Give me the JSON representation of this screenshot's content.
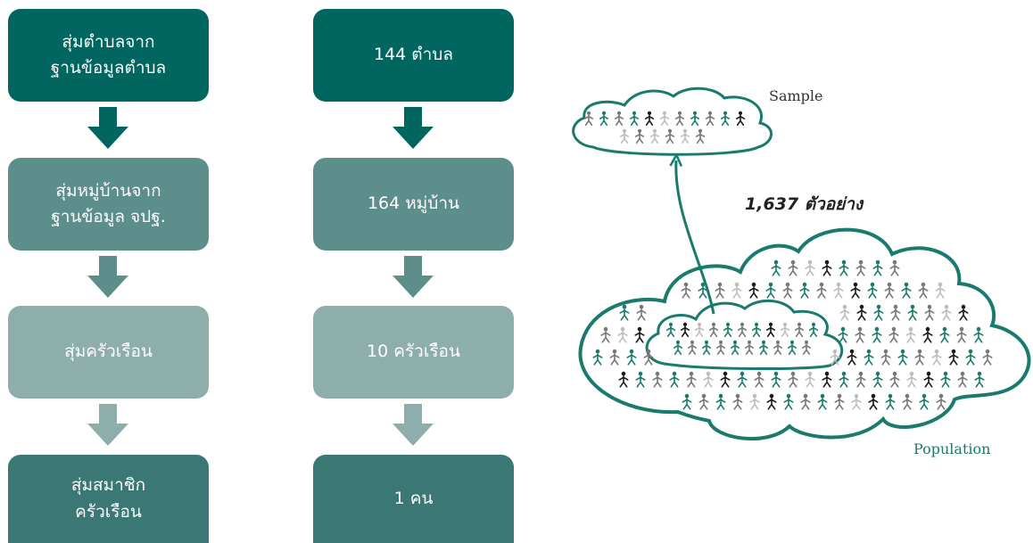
{
  "colors": {
    "dark": "#00665f",
    "mid": "#5c8e8b",
    "light": "#8daeab",
    "bottom": "#3b7775",
    "arrow_1": "#00665f",
    "arrow_2": "#5c8e8b",
    "arrow_3": "#8daeab",
    "person_teal": "#1a7a6e",
    "person_grey": "#777777",
    "person_light": "#bdbdbd",
    "person_black": "#1a1a1a"
  },
  "steps": [
    {
      "lines": [
        "สุ่มตำบลจาก",
        "ฐานข้อมูลตำบล"
      ],
      "result": "144 ตำบล"
    },
    {
      "lines": [
        "สุ่มหมู่บ้านจาก",
        "ฐานข้อมูล จปฐ."
      ],
      "result": "164 หมู่บ้าน"
    },
    {
      "lines": [
        "สุ่มครัวเรือน"
      ],
      "result": "10 ครัวเรือน"
    },
    {
      "lines": [
        "สุ่มสมาชิก",
        "ครัวเรือน"
      ],
      "result": "1 คน"
    }
  ],
  "sample_label": "Sample",
  "population_label": "Population",
  "sample_count": "1,637 ตัวอย่าง",
  "icons": {
    "down_arrow": "arrow-down-icon",
    "person": "person-icon",
    "cloud": "cloud-icon"
  }
}
